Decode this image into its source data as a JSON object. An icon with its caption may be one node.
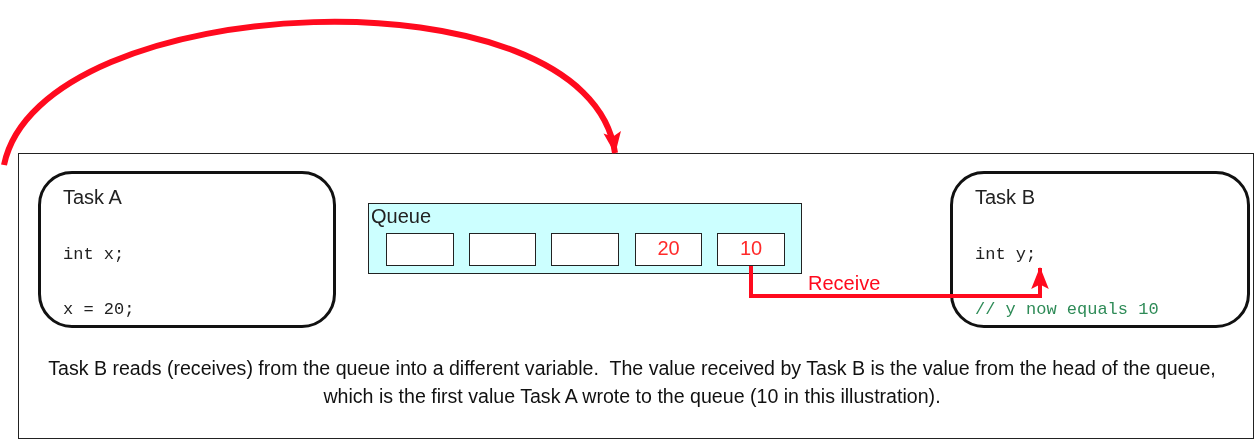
{
  "diagram": {
    "nodes": [
      {
        "text": [
          "Task B reads (receives) from the queue into a different variable.  The value received by Task B is the value from the head of the queue, which is the first value Task A wrote to the queue (10 in this illustration)."
        ]
      },
      {
        "text": [
          "Task A",
          "int x;",
          "x = 20;"
        ],
        "in": 0
      },
      {
        "text": [
          "Queue"
        ],
        "in": 0
      },
      {
        "text": [],
        "shape": "box",
        "in": 2
      },
      {
        "text": [],
        "shape": "box",
        "in": 2
      },
      {
        "text": [],
        "shape": "box",
        "in": 2
      },
      {
        "text": [
          "20"
        ],
        "in": 2
      },
      {
        "text": [
          "10"
        ],
        "in": 2
      },
      {
        "text": [
          "Task B",
          "int y;",
          "// y now equals 10"
        ],
        "in": 0
      }
    ],
    "edges": [
      {
        "from": null,
        "to": 0,
        "arrow": "to"
      },
      {
        "from": 7,
        "to": 8,
        "arrow": "to",
        "label": "Receive"
      }
    ]
  }
}
